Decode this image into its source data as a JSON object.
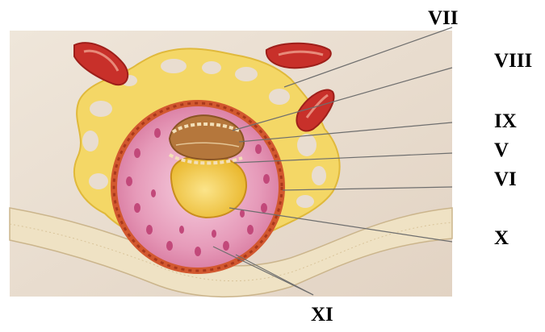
{
  "labels": {
    "vii": "VII",
    "viii": "VIII",
    "ix": "IX",
    "v": "V",
    "vi": "VI",
    "x": "X",
    "xi": "XI"
  },
  "colors": {
    "background_tissue": "#e9ddd0",
    "yellow_network": "#f4d766",
    "blood_vessel": "#c8302a",
    "pink_wall": "#e8a3c1",
    "orange_rim": "#d2582f",
    "cavity_yellow": "#f2c83a",
    "embryo_brown": "#b5773c",
    "epithelium": "#efe2c4",
    "leader_line": "#6e6e6e"
  }
}
